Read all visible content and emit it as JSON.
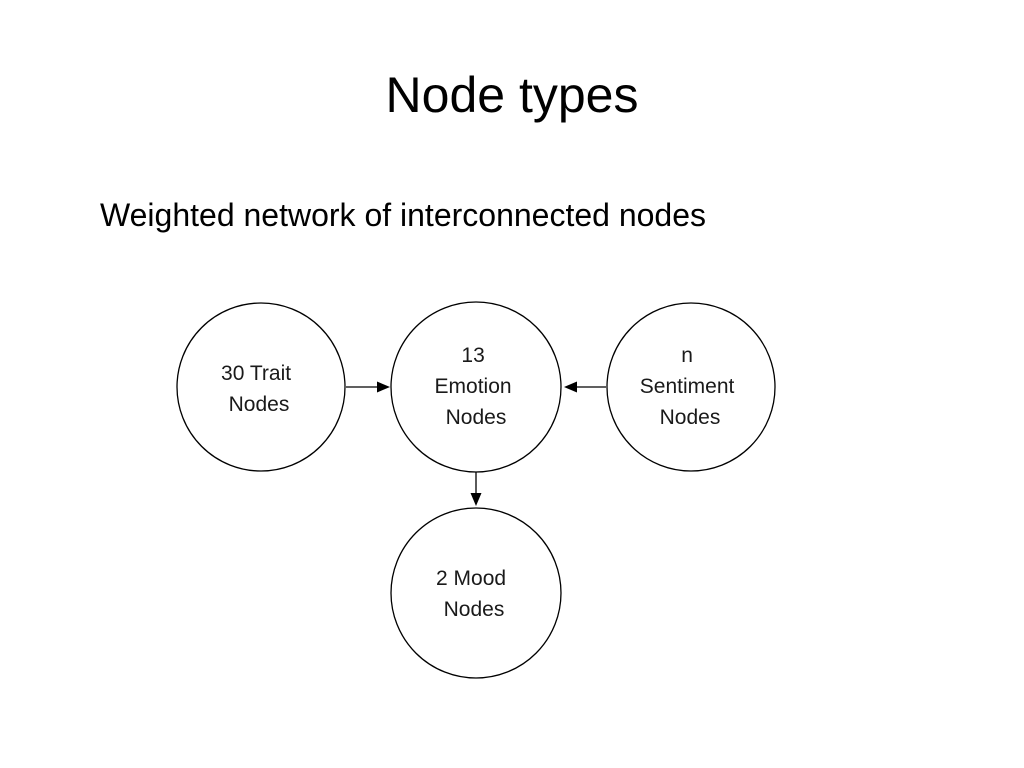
{
  "slide": {
    "title": "Node types",
    "bullet": "Weighted network of interconnected nodes"
  },
  "diagram": {
    "nodes": {
      "trait": {
        "line1": "30 Trait",
        "line2": "Nodes"
      },
      "emotion": {
        "line1": "13",
        "line2": "Emotion",
        "line3": "Nodes"
      },
      "sentiment": {
        "line1": "n",
        "line2": "Sentiment",
        "line3": "Nodes"
      },
      "mood": {
        "line1": "2 Mood",
        "line2": "Nodes"
      }
    },
    "edges": [
      {
        "from": "trait",
        "to": "emotion"
      },
      {
        "from": "sentiment",
        "to": "emotion"
      },
      {
        "from": "emotion",
        "to": "mood"
      }
    ]
  },
  "colors": {
    "background": "#ffffff",
    "stroke": "#000000",
    "text": "#000000"
  }
}
